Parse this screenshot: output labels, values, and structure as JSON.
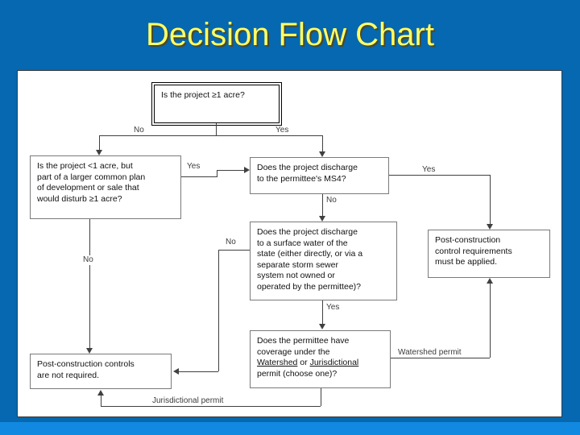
{
  "slide": {
    "title": "Decision Flow Chart",
    "background_color": "#0568b0",
    "title_color": "#ffff66",
    "panel_color": "#ffffff",
    "accent_strip_color": "#1289e0"
  },
  "chart_data": {
    "type": "diagram",
    "title": "Decision Flow Chart",
    "nodes": [
      {
        "id": "n1",
        "lines": [
          "Is the project ≥1 acre?"
        ]
      },
      {
        "id": "n2",
        "lines": [
          "Is the project <1 acre, but",
          "part of a larger common plan",
          "of development or sale that",
          "would disturb ≥1 acre?"
        ]
      },
      {
        "id": "n3",
        "lines": [
          "Does the project discharge",
          "to the permittee's MS4?"
        ]
      },
      {
        "id": "n4",
        "lines": [
          "Does the project discharge",
          "to a surface water of the",
          "state (either directly, or via a",
          "separate storm sewer",
          "system not owned or",
          "operated by the permittee)?"
        ]
      },
      {
        "id": "n5",
        "lines": [
          "Does the permittee have",
          "coverage under the",
          "Watershed or Jurisdictional",
          "permit (choose one)?"
        ]
      },
      {
        "id": "n6",
        "lines": [
          "Post-construction",
          "control requirements",
          "must be applied."
        ]
      },
      {
        "id": "n7",
        "lines": [
          "Post-construction controls",
          "are not required."
        ]
      }
    ],
    "edges": [
      {
        "from": "n1",
        "to": "n2",
        "label": "No"
      },
      {
        "from": "n1",
        "to": "n3",
        "label": "Yes"
      },
      {
        "from": "n2",
        "to": "n3",
        "label": "Yes"
      },
      {
        "from": "n2",
        "to": "n7",
        "label": "No"
      },
      {
        "from": "n3",
        "to": "n6",
        "label": "Yes"
      },
      {
        "from": "n3",
        "to": "n4",
        "label": "No"
      },
      {
        "from": "n4",
        "to": "n7",
        "label": "No"
      },
      {
        "from": "n4",
        "to": "n5",
        "label": "Yes"
      },
      {
        "from": "n5",
        "to": "n6",
        "label": "Watershed permit"
      },
      {
        "from": "n5",
        "to": "n7",
        "label": "Jurisdictional permit"
      }
    ]
  },
  "nodes": {
    "n1": {
      "l1": "Is the project ≥1 acre?"
    },
    "n2": {
      "l1": "Is the project <1 acre, but",
      "l2": "part of a larger common plan",
      "l3": "of development or sale that",
      "l4": "would disturb ≥1 acre?"
    },
    "n3": {
      "l1": "Does the project discharge",
      "l2": "to the permittee's MS4?"
    },
    "n4": {
      "l1": "Does the project discharge",
      "l2": "to a surface water of the",
      "l3": "state (either directly, or via a",
      "l4": "separate storm sewer",
      "l5": "system not owned or",
      "l6": "operated by the permittee)?"
    },
    "n5": {
      "l1": "Does the permittee have",
      "l2": "coverage under the",
      "l3a": "Watershed",
      "l3b": " or ",
      "l3c": "Jurisdictional",
      "l4": "permit (choose one)?"
    },
    "n6": {
      "l1": "Post-construction",
      "l2": "control requirements",
      "l3": "must be applied."
    },
    "n7": {
      "l1": "Post-construction controls",
      "l2": "are not required."
    }
  },
  "edge_labels": {
    "e1_no": "No",
    "e1_yes": "Yes",
    "e2_yes": "Yes",
    "e2_no": "No",
    "e3_yes": "Yes",
    "e3_no": "No",
    "e4_no": "No",
    "e4_yes": "Yes",
    "e5_watershed": "Watershed permit",
    "e5_jurisdictional": "Jurisdictional permit"
  }
}
